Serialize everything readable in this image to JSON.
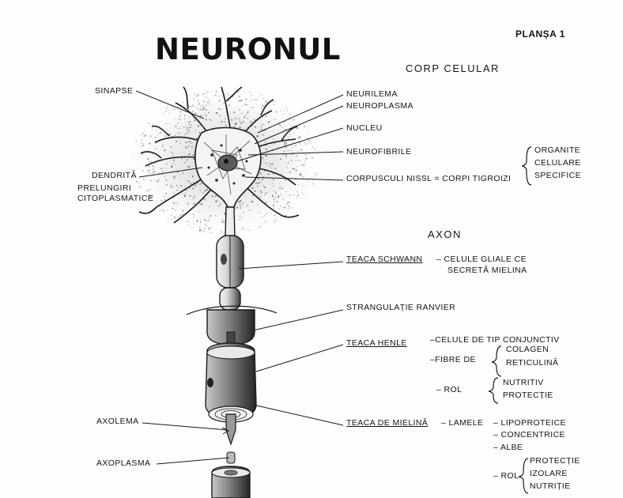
{
  "plate": "PLANȘA 1",
  "title": "NEURONUL",
  "sections": {
    "cell_body": "CORP CELULAR",
    "axon": "AXON"
  },
  "labels": {
    "sinapse": "SINAPSE",
    "dendrita": "DENDRITĂ",
    "prelungiri": "PRELUNGIRI",
    "citoplasmatice": "CITOPLASMATICE",
    "neurilema": "NEURILEMA",
    "neuroplasma": "NEUROPLASMA",
    "nucleu": "NUCLEU",
    "neurofibrile": "NEUROFIBRILE",
    "corpusculi": "CORPUSCULI  NISSL = CORPI TIGROIZI",
    "organite": "ORGANITE",
    "celulare": "CELULARE",
    "specifice": "SPECIFICE",
    "teaca_schwann": "TEACA  SCHWANN",
    "celule_gliale": "– CELULE GLIALE CE",
    "secreta_mielina": "SECRETĂ MIELINA",
    "strangulatie": "STRANGULAȚIE  RANVIER",
    "teaca_henle": "TEACA  HENLE",
    "celule_tip": "–CELULE DE TIP CONJUNCTIV",
    "fibre_de": "–FIBRE DE",
    "colagen": "COLAGEN",
    "reticulina": "RETICULINĂ",
    "rol": "– ROL",
    "nutritiv": "NUTRITIV",
    "protectie": "PROTECȚIE",
    "axolema": "AXOLEMA",
    "teaca_mielina": "TEACA DE MIELINĂ",
    "lamele": "– LAMELE",
    "lipoproteice": "– LIPOPROTEICE",
    "concentrice": "– CONCENTRICE",
    "albe": "– ALBE",
    "axoplasma": "AXOPLASMA",
    "rol2": "– ROL",
    "protectie2": "PROTECȚIE",
    "izolare": "IZOLARE",
    "nutritie": "NUTRIȚIE"
  }
}
